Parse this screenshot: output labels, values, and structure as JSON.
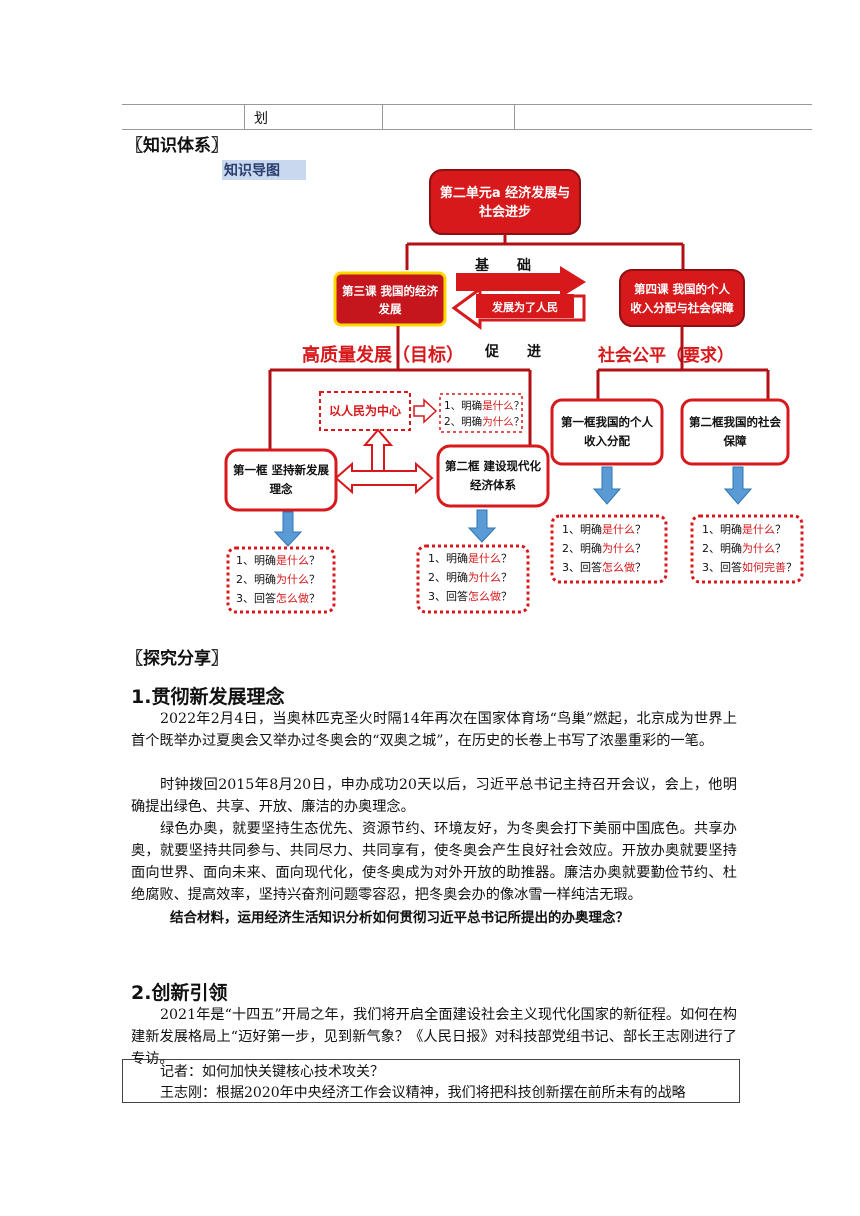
{
  "top_table": {
    "cell_text": "划"
  },
  "knowledge": {
    "heading": "〖知识体系〗",
    "corner_label": "知识导图",
    "unit_title_l1": "第二单元a 经济发展与",
    "unit_title_l2": "社会进步",
    "arrow_top": "基　　础",
    "arrow_mid": "发展为了人民",
    "arrow_bottom": "促　　进",
    "lesson3_l1": "第三课 我国的经济",
    "lesson3_l2": "发展",
    "lesson4_l1": "第四课 我国的个人",
    "lesson4_l2": "收入分配与社会保障",
    "goal_label": "高质量发展（目标）",
    "req_label": "社会公平（要求）",
    "center_label": "以人民为中心",
    "center_q1_a": "1、明确",
    "center_q1_b": "是什么",
    "center_q1_c": "？",
    "center_q2_a": "2、明确",
    "center_q2_b": "为什么",
    "center_q2_c": "？",
    "box1_l1": "第一框 坚持新发展",
    "box1_l2": "理念",
    "box2_l1": "第二框 建设现代化",
    "box2_l2": "经济体系",
    "box3_l1": "第一框我国的个人",
    "box3_l2": "收入分配",
    "box4_l1": "第二框我国的社会",
    "box4_l2": "保障",
    "q_line1_a": "1、明确",
    "q_line1_b": "是什么",
    "q_line1_c": "？",
    "q_line2_a": "2、明确",
    "q_line2_b": "为什么",
    "q_line2_c": "？",
    "q_line3_a": "3、回答",
    "q_line3_b": "怎么做",
    "q_line3_c": "？",
    "q_line3_b_alt": "如何完善",
    "colors": {
      "red": "#d7191c",
      "dark_red": "#b40f14",
      "blue_arrow": "#5b9bd5",
      "yellow": "#ffd800"
    }
  },
  "explore": {
    "heading": "〖探究分享〗",
    "s1_title": "1.贯彻新发展理念",
    "s1_p1": "2022年2月4日，当奥林匹克圣火时隔14年再次在国家体育场“鸟巢”燃起，北京成为世界上首个既举办过夏奥会又举办过冬奥会的“双奥之城”，在历史的长卷上书写了浓墨重彩的一笔。",
    "s1_p2": "时钟拨回2015年8月20日，申办成功20天以后，习近平总书记主持召开会议，会上，他明确提出绿色、共享、开放、廉洁的办奥理念。",
    "s1_p3": "绿色办奥，就要坚持生态优先、资源节约、环境友好，为冬奥会打下美丽中国底色。共享办奥，就要坚持共同参与、共同尽力、共同享有，使冬奥会产生良好社会效应。开放办奥就要坚持面向世界、面向未来、面向现代化，使冬奥成为对外开放的助推器。廉洁办奥就要勤俭节约、杜绝腐败、提高效率，坚持兴奋剂问题零容忍，把冬奥会办的像冰雪一样纯洁无瑕。",
    "s1_question": "结合材料，运用经济生活知识分析如何贯彻习近平总书记所提出的办奥理念？",
    "s2_title": "2.创新引领",
    "s2_p1": "2021年是“十四五”开局之年，我们将开启全面建设社会主义现代化国家的新征程。如何在构建新发展格局上“迈好第一步，见到新气象？《人民日报》对科技部党组书记、部长王志刚进行了专访。",
    "box_line1": "记者：如何加快关键核心技术攻关？",
    "box_line2": "王志刚：根据2020年中央经济工作会议精神，我们将把科技创新摆在前所未有的战略"
  }
}
